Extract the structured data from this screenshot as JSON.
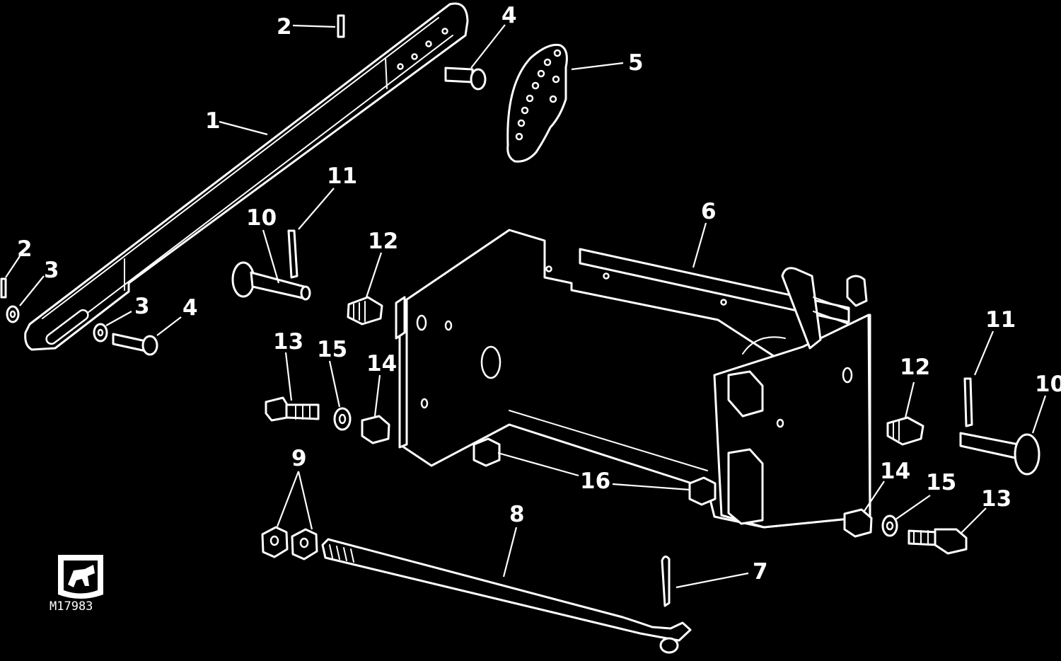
{
  "figure_id": "M17983",
  "callouts": [
    {
      "label": "1"
    },
    {
      "label": "2"
    },
    {
      "label": "2"
    },
    {
      "label": "3"
    },
    {
      "label": "3"
    },
    {
      "label": "4"
    },
    {
      "label": "4"
    },
    {
      "label": "5"
    },
    {
      "label": "6"
    },
    {
      "label": "7"
    },
    {
      "label": "8"
    },
    {
      "label": "9"
    },
    {
      "label": "10"
    },
    {
      "label": "10"
    },
    {
      "label": "11"
    },
    {
      "label": "11"
    },
    {
      "label": "12"
    },
    {
      "label": "12"
    },
    {
      "label": "13"
    },
    {
      "label": "13"
    },
    {
      "label": "14"
    },
    {
      "label": "14"
    },
    {
      "label": "15"
    },
    {
      "label": "15"
    },
    {
      "label": "16"
    }
  ],
  "colors": {
    "background": "#000000",
    "line": "#ffffff"
  },
  "logo": "john-deere-deer-logo"
}
